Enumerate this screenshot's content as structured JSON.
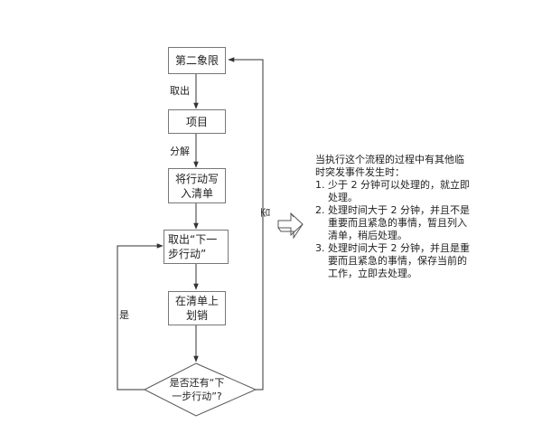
{
  "nodes": {
    "quadrant": "第二象限",
    "project": "项目",
    "write_list": [
      "将行动写",
      "入清单"
    ],
    "next_action": [
      "取出“下一",
      "步行动”"
    ],
    "cross_off": [
      "在清单上",
      "划销"
    ]
  },
  "decision": [
    "是否还有“下",
    "一步行动”?"
  ],
  "edge_labels": {
    "take_out": "取出",
    "break_down": "分解",
    "no": "否",
    "yes": "是"
  },
  "notes": {
    "intro": "当执行这个流程的过程中有其他临时突发事件发生时：",
    "items": [
      {
        "num": "1.",
        "text": "少于 2 分钟可以处理的，就立即处理。"
      },
      {
        "num": "2.",
        "text": "处理时间大于 2 分钟，并且不是重要而且紧急的事情，暂且列入清单，稍后处理。"
      },
      {
        "num": "3.",
        "text": "处理时间大于 2 分钟，并且是重要而且紧急的事情，保存当前的工作，立即去处理。"
      }
    ]
  }
}
